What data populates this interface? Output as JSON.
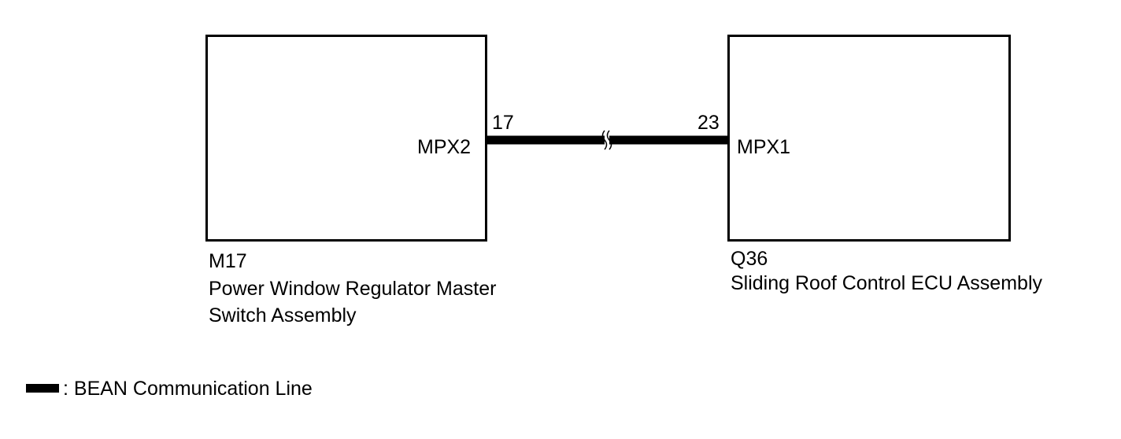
{
  "left_component": {
    "code": "M17",
    "name_line1": "Power Window Regulator Master",
    "name_line2": "Switch Assembly",
    "port": "MPX2",
    "pin": "17"
  },
  "right_component": {
    "code": "Q36",
    "name": "Sliding Roof Control ECU Assembly",
    "port": "MPX1",
    "pin": "23"
  },
  "legend": {
    "label": ": BEAN Communication Line"
  },
  "colors": {
    "line": "#000000",
    "background": "#ffffff"
  }
}
